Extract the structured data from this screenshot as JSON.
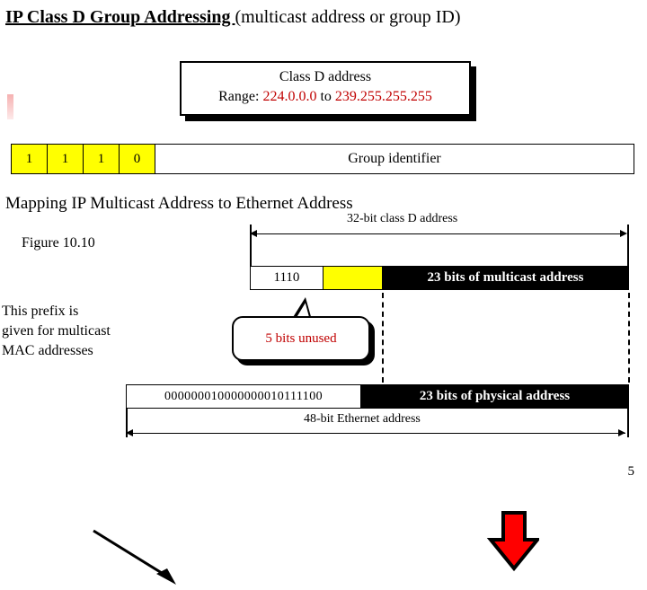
{
  "title": {
    "emphasis": "IP Class D Group Addressing ",
    "rest": "(multicast address or group ID)"
  },
  "class_d_box": {
    "line1": "Class D address",
    "range_label": "Range: ",
    "range_start": "224.0.0.0",
    "range_joiner": "  to  ",
    "range_end": "239.255.255.255",
    "range_color": "#c00000"
  },
  "bit_row": {
    "bits": [
      "1",
      "1",
      "1",
      "0"
    ],
    "remainder_label": "Group identifier",
    "bit_cell_color": "#ffff00"
  },
  "section": {
    "subtitle": "Mapping IP Multicast Address to Ethernet Address",
    "figure_label": "Figure 10.10"
  },
  "prefix_note": {
    "line1": "This prefix is",
    "line2": "given for multicast",
    "line3": "MAC addresses"
  },
  "diagram": {
    "top_span_label": "32-bit class D address",
    "bottom_span_label": "48-bit Ethernet address",
    "class_d_row": {
      "prefix_bits": "1110",
      "unused_cell": "",
      "payload_label": "23 bits of multicast address"
    },
    "ethernet_row": {
      "prefix_bits": "000000010000000010111100",
      "payload_label": "23 bits of physical address"
    },
    "unused_callout": {
      "text": "5 bits unused",
      "color": "#c00000"
    },
    "down_arrow_color": "#ff0000"
  },
  "page_number": "5"
}
